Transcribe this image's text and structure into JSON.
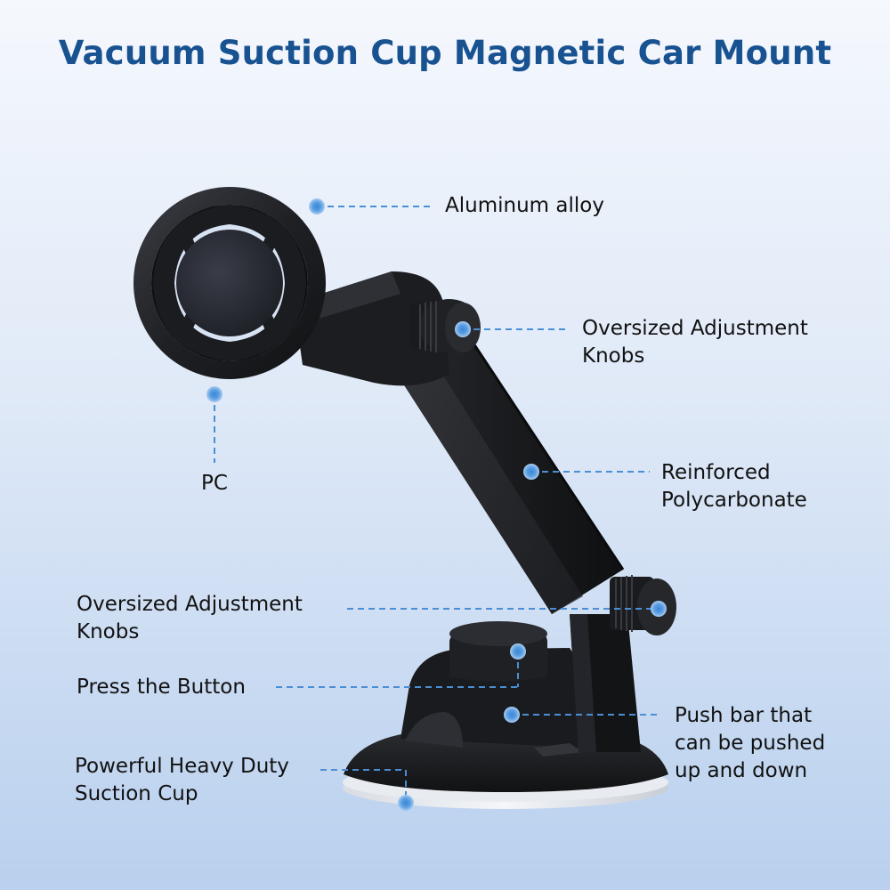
{
  "title": "Vacuum Suction Cup Magnetic Car Mount",
  "labels": {
    "aluminum": "Aluminum alloy",
    "knob_top": [
      "Oversized Adjustment",
      "Knobs"
    ],
    "pc": "PC",
    "polycarbonate": [
      "Reinforced",
      "Polycarbonate"
    ],
    "knob_bottom": [
      "Oversized Adjustment",
      "Knobs"
    ],
    "button": "Press the Button",
    "push_bar": [
      "Push bar that",
      "can be pushed",
      "up and down"
    ],
    "suction": [
      "Powerful Heavy Duty",
      "Suction Cup"
    ]
  },
  "colors": {
    "title": "#185291",
    "callout": "#4a8fd6",
    "product": "#1d1e21"
  }
}
